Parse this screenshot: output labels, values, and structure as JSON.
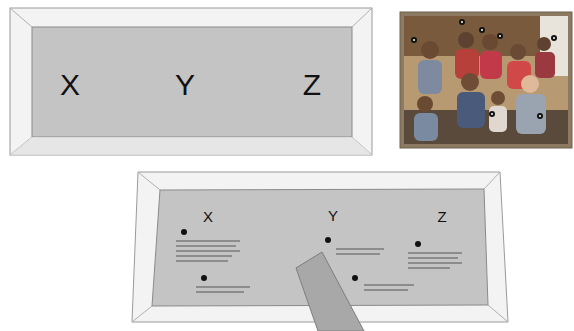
{
  "diagram": {
    "nodes": [
      {
        "text": [
          "X",
          "Y",
          "Z"
        ]
      },
      {
        "text": [
          "X",
          "Y",
          "Z"
        ]
      }
    ]
  }
}
